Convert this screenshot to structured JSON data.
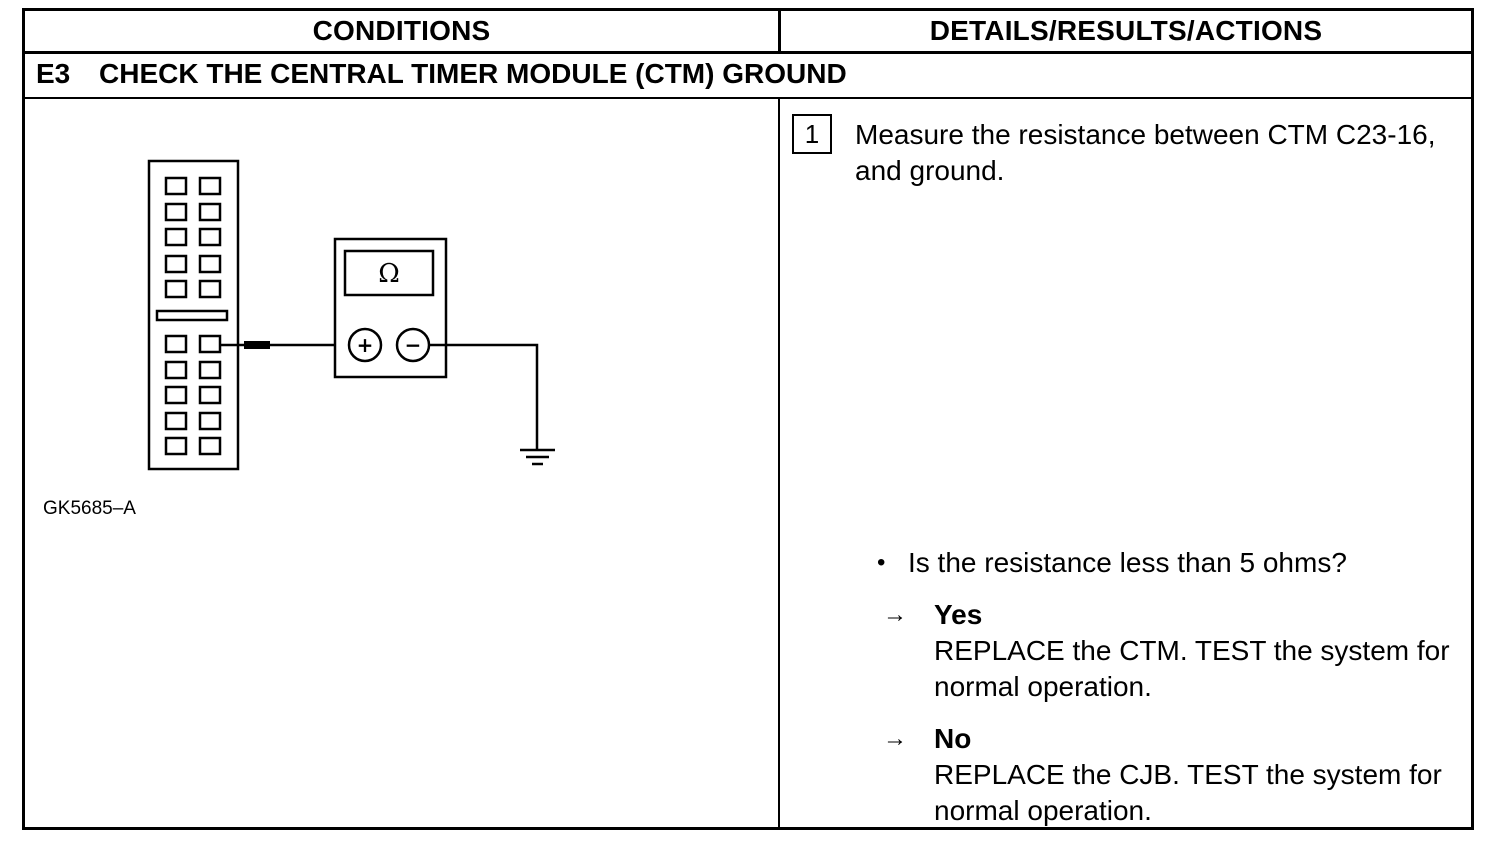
{
  "header": {
    "conditions": "CONDITIONS",
    "details": "DETAILS/RESULTS/ACTIONS"
  },
  "step": {
    "number": "E3",
    "title": "CHECK THE CENTRAL TIMER MODULE (CTM) GROUND"
  },
  "diagram": {
    "figure_id": "GK5685–A",
    "meter_symbol": "Ω",
    "plus": "+",
    "minus": "−",
    "icons": [
      "connector-icon",
      "ohmmeter-icon",
      "ground-symbol-icon"
    ]
  },
  "details": {
    "substep_number": "1",
    "instruction": "Measure the resistance between CTM C23-16, and ground.",
    "question_bullet": "•",
    "question": "Is the resistance less than 5 ohms?",
    "answers": [
      {
        "arrow": "→",
        "label": "Yes",
        "action": "REPLACE the CTM. TEST the system for normal operation."
      },
      {
        "arrow": "→",
        "label": "No",
        "action": "REPLACE the CJB. TEST the system for normal operation."
      }
    ]
  }
}
